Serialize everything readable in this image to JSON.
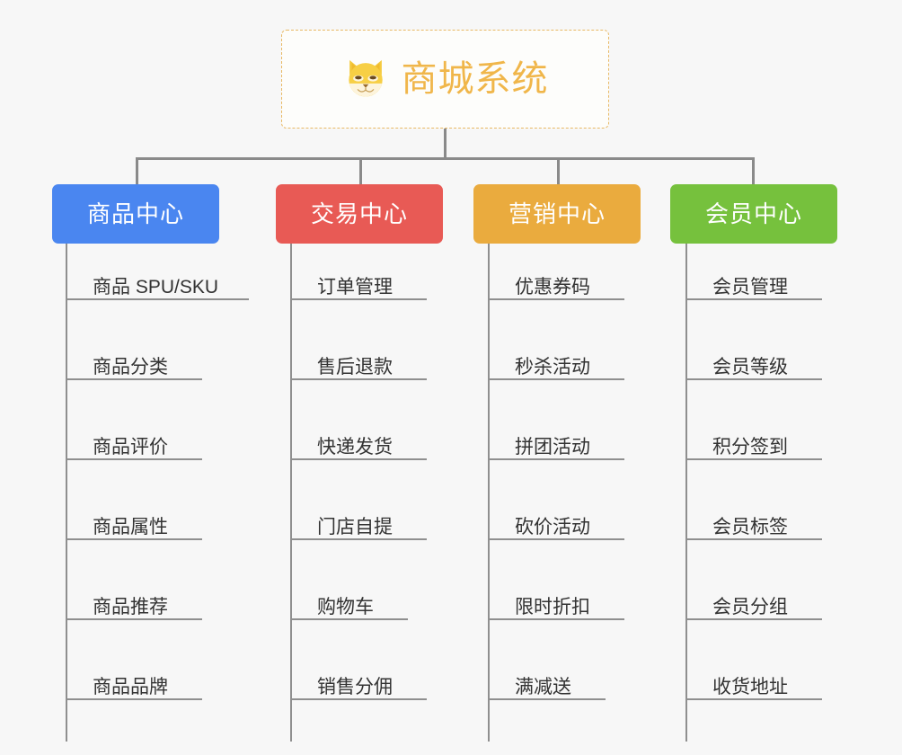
{
  "canvas": {
    "background": "#f7f7f7",
    "connector_color": "#8a8a8a"
  },
  "root": {
    "title": "商城系统",
    "icon": "shiba-dog-icon",
    "text_color": "#f0b64a",
    "border_color": "#e8b964",
    "background": "#fdfdfb"
  },
  "branches": [
    {
      "label": "商品中心",
      "color": "#4a86f0",
      "items": [
        "商品 SPU/SKU",
        "商品分类",
        "商品评价",
        "商品属性",
        "商品推荐",
        "商品品牌"
      ]
    },
    {
      "label": "交易中心",
      "color": "#e85a55",
      "items": [
        "订单管理",
        "售后退款",
        "快递发货",
        "门店自提",
        "购物车",
        "销售分佣"
      ]
    },
    {
      "label": "营销中心",
      "color": "#eaab3e",
      "items": [
        "优惠券码",
        "秒杀活动",
        "拼团活动",
        "砍价活动",
        "限时折扣",
        "满减送"
      ]
    },
    {
      "label": "会员中心",
      "color": "#76c13d",
      "items": [
        "会员管理",
        "会员等级",
        "积分签到",
        "会员标签",
        "会员分组",
        "收货地址"
      ]
    }
  ]
}
